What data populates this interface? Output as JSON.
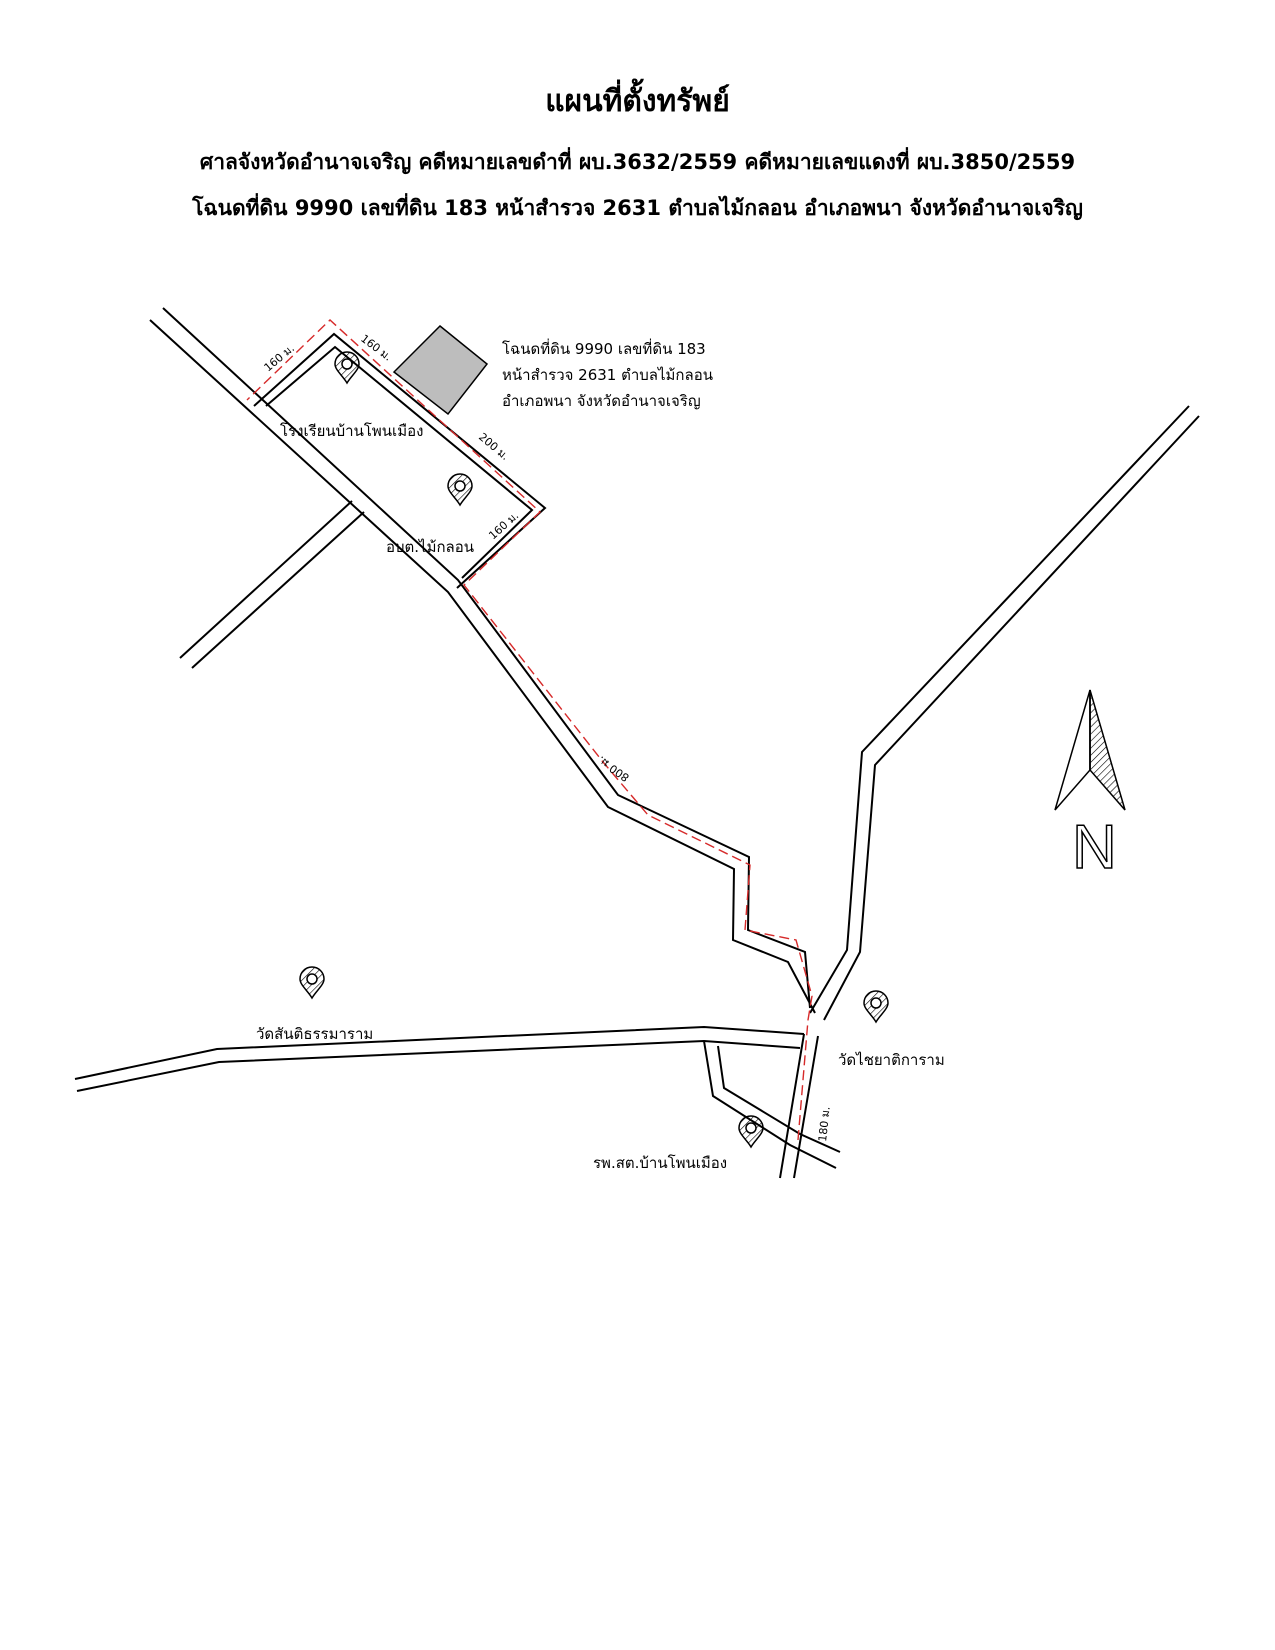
{
  "header": {
    "title": "แผนที่ตั้งทรัพย์",
    "subtitle_1": "ศาลจังหวัดอำนาจเจริญ คดีหมายเลขดำที่ ผบ.3632/2559 คดีหมายเลขแดงที่ ผบ.3850/2559",
    "subtitle_2": "โฉนดที่ดิน 9990 เลขที่ดิน 183 หน้าสำรวจ 2631 ตำบลไม้กลอน อำเภอพนา จังหวัดอำนาจเจริญ"
  },
  "map": {
    "parcel_label": {
      "line_1": "โฉนดที่ดิน 9990 เลขที่ดิน 183",
      "line_2": "หน้าสำรวจ 2631 ตำบลไม้กลอน",
      "line_3": "อำเภอพนา จังหวัดอำนาจเจริญ"
    },
    "parcel_color": "#bdbdbd",
    "route_color": "#d62a2a",
    "landmarks": {
      "school": "โรงเรียนบ้านโพนเมือง",
      "sao": "อบต.ไม้กลอน",
      "temple_west": "วัดสันติธรรมาราม",
      "temple_east": "วัดไชยาติการาม",
      "health_center": "รพ.สต.บ้านโพนเมือง"
    },
    "distances": {
      "d1": "160 ม.",
      "d2": "160 ม.",
      "d3": "200 ม.",
      "d4": "160 ม.",
      "d5": "800 ม.",
      "d6": "180 ม."
    },
    "north_label": "N"
  }
}
